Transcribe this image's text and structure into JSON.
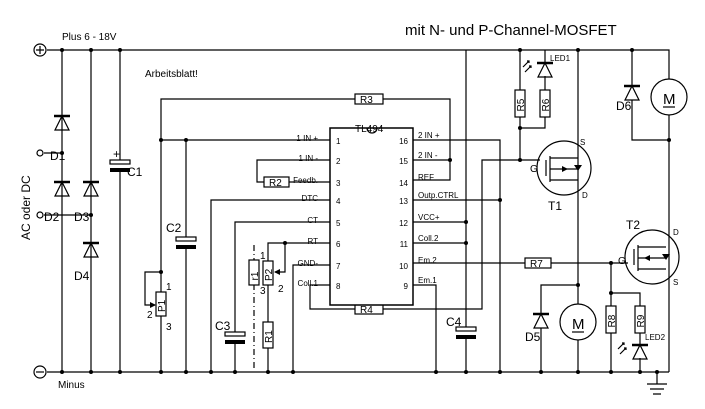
{
  "title": "mit N- und P-Channel-MOSFET",
  "note": "Arbeitsblatt!",
  "supply": {
    "plus": "Plus 6 - 18V",
    "minus": "Minus",
    "input": "AC oder DC"
  },
  "ic": {
    "name": "TL494",
    "left_pins": [
      {
        "num": "1",
        "label": "1 IN +"
      },
      {
        "num": "2",
        "label": "1 IN -"
      },
      {
        "num": "3",
        "label": "Feedb."
      },
      {
        "num": "4",
        "label": "DTC"
      },
      {
        "num": "5",
        "label": "CT"
      },
      {
        "num": "6",
        "label": "RT"
      },
      {
        "num": "7",
        "label": "GND-"
      },
      {
        "num": "8",
        "label": "Coll.1"
      }
    ],
    "right_pins": [
      {
        "num": "16",
        "label": "2 IN +"
      },
      {
        "num": "15",
        "label": "2 IN -"
      },
      {
        "num": "14",
        "label": "REF"
      },
      {
        "num": "13",
        "label": "Outp.CTRL"
      },
      {
        "num": "12",
        "label": "VCC+"
      },
      {
        "num": "11",
        "label": "Coll.2"
      },
      {
        "num": "10",
        "label": "Em.2"
      },
      {
        "num": "9",
        "label": "Em.1"
      }
    ]
  },
  "components": {
    "D1": "D1",
    "D2": "D2",
    "D3": "D3",
    "D4": "D4",
    "D5": "D5",
    "D6": "D6",
    "C1": "C1",
    "C1_plus": "+",
    "C2": "C2",
    "C3": "C3",
    "C4": "C4",
    "R1": "R1",
    "R2": "R2",
    "R3": "R3",
    "R4": "R4",
    "R5": "R5",
    "R6": "R6",
    "R7": "R7",
    "R8": "R8",
    "R9": "R9",
    "r1": "r1",
    "P1": "P1",
    "P2": "P2",
    "P1_pins": [
      "1",
      "2",
      "3"
    ],
    "P2_pins": [
      "1",
      "2",
      "3"
    ],
    "LED1": "LED1",
    "LED2": "LED2",
    "T1": "T1",
    "T2": "T2",
    "T1_pins": {
      "g": "G",
      "s": "S",
      "d": "D"
    },
    "T2_pins": {
      "g": "G",
      "s": "S",
      "d": "D"
    },
    "motor": "M"
  }
}
